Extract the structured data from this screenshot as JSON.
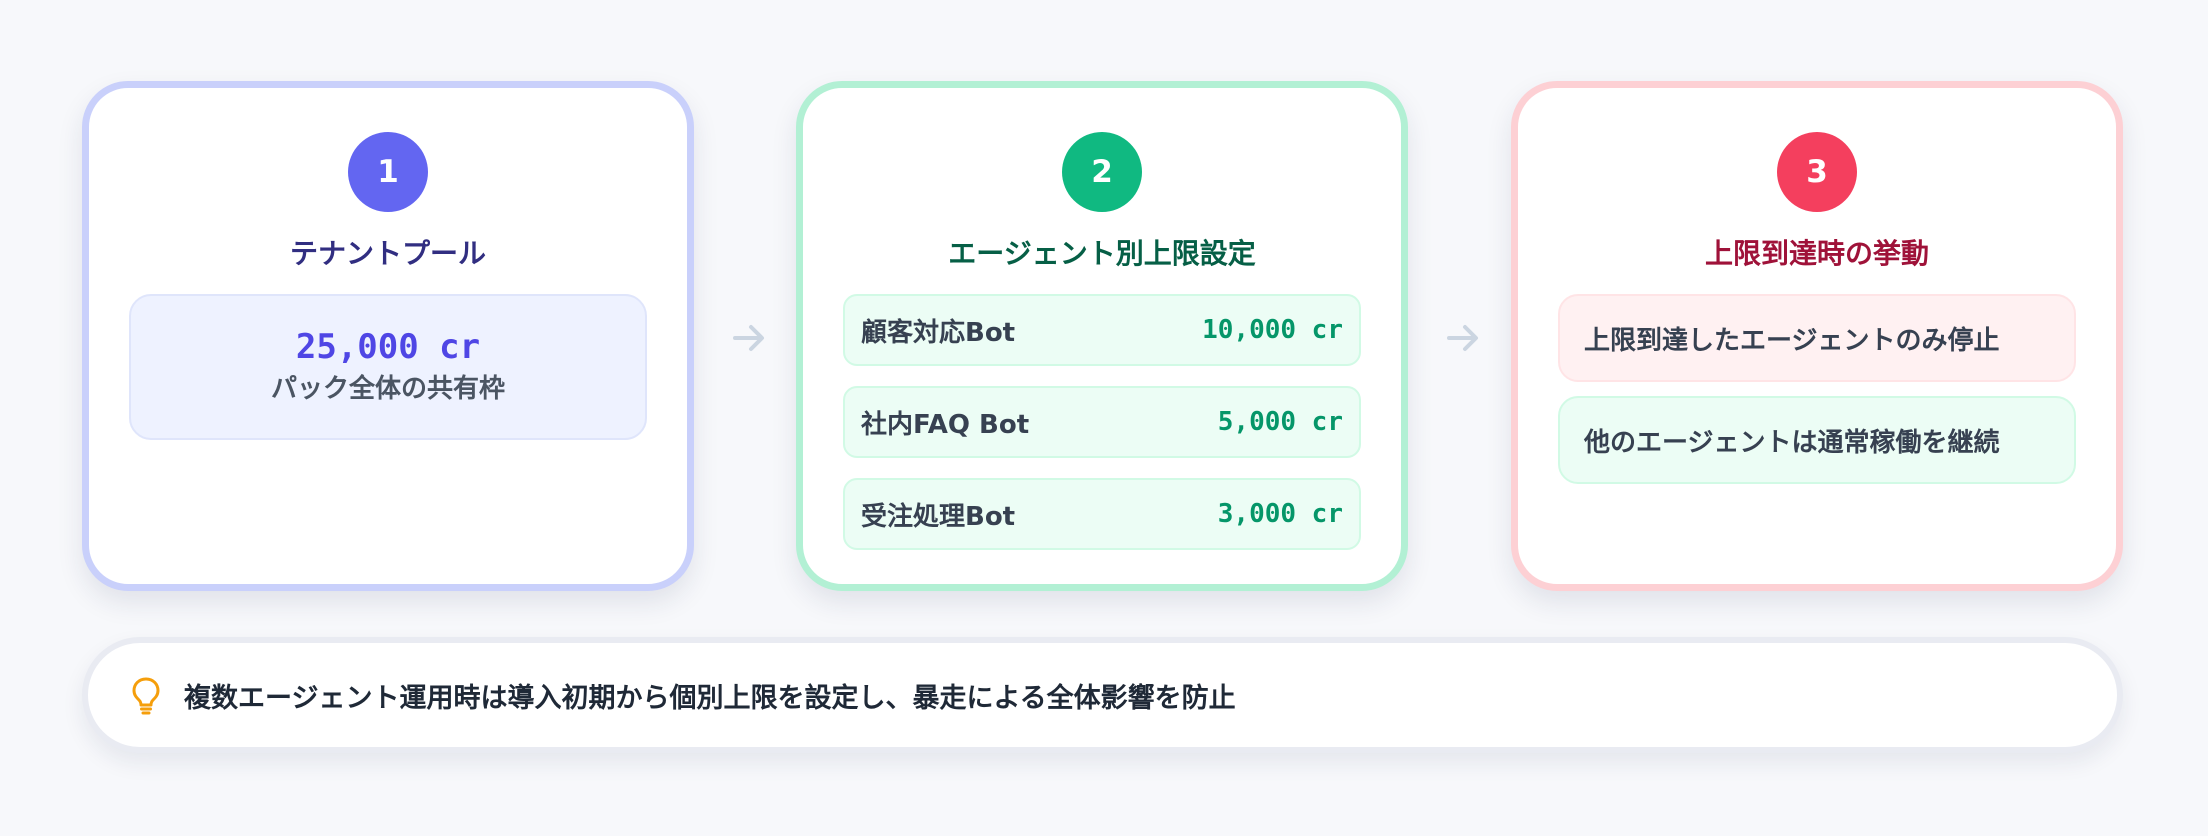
{
  "steps": [
    {
      "number": "1",
      "title": "テナントプール",
      "pool_value": "25,000 cr",
      "pool_label": "パック全体の共有枠"
    },
    {
      "number": "2",
      "title": "エージェント別上限設定",
      "agents": [
        {
          "name": "顧客対応Bot",
          "limit": "10,000 cr"
        },
        {
          "name": "社内FAQ Bot",
          "limit": "5,000 cr"
        },
        {
          "name": "受注処理Bot",
          "limit": "3,000 cr"
        }
      ]
    },
    {
      "number": "3",
      "title": "上限到達時の挙動",
      "behaviors": [
        {
          "text": "上限到達したエージェントのみ停止",
          "kind": "stop"
        },
        {
          "text": "他のエージェントは通常稼働を継続",
          "kind": "continue"
        }
      ]
    }
  ],
  "tip": {
    "icon": "lightbulb-icon",
    "text": "複数エージェント運用時は導入初期から個別上限を設定し、暴走による全体影響を防止"
  },
  "colors": {
    "step1": "#6366f1",
    "step2": "#10b981",
    "step3": "#f43f5e",
    "tip_icon": "#f59e0b"
  }
}
